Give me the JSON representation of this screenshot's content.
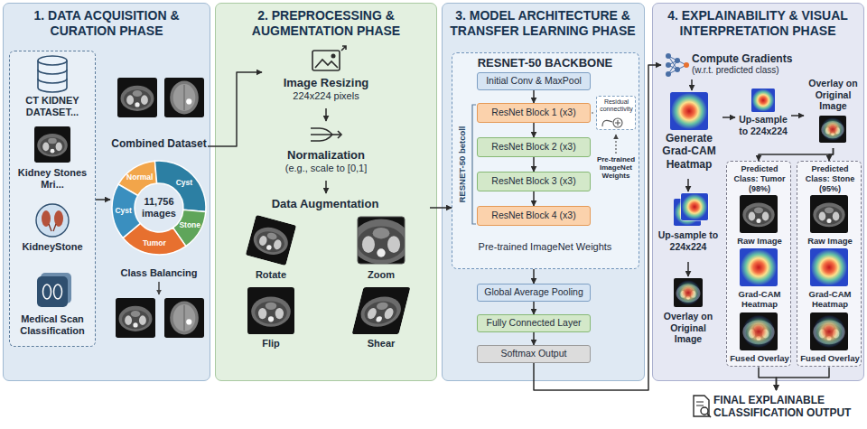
{
  "diagram": {
    "nodes": [
      {
        "text": [
          "1. DATA ACQUISITION & CURATION PHASE"
        ]
      },
      {
        "text": [
          "CT KIDNEY DATASET...",
          "Kidney Stones Mri...",
          "KidneyStone",
          "Medical Scan Classification"
        ],
        "in": 0
      },
      {
        "text": [
          "Combined Dataset",
          "11,756 images"
        ],
        "in": 0
      },
      {
        "text": [
          "2. PREPROCESSING & AUGMENTATION PHASE"
        ]
      },
      {
        "text": [
          "Image Resizing",
          "224x224 pixels"
        ],
        "in": 3
      },
      {
        "text": [
          "Normalization",
          "(e.g., scale to [0,1]"
        ],
        "in": 3
      },
      {
        "text": [
          "Data Augmentation",
          "Rotate",
          "Zoom",
          "Flip",
          "Shear"
        ],
        "in": 3
      },
      {
        "text": [
          "3. MODEL ARCHITECTURE & TRANSFER LEARNING PHASE"
        ]
      },
      {
        "text": [
          "RESNET-50 BACKBONE",
          "Pre-trained ImageNet Weights"
        ],
        "in": 7
      },
      {
        "text": [
          "Initial Conv & MaxPool"
        ],
        "in": 8
      },
      {
        "text": [
          "ResNet Block 1 (x3)"
        ],
        "in": 8
      },
      {
        "text": [
          "ResNet Block 2 (x3)"
        ],
        "in": 8
      },
      {
        "text": [
          "ResNet Block 3 (x3)"
        ],
        "in": 8
      },
      {
        "text": [
          "ResNet Block 4 (x3)"
        ],
        "in": 8
      },
      {
        "text": [
          "Residual connectivity"
        ],
        "in": 8
      },
      {
        "text": [
          "Global Average Pooling"
        ],
        "in": 7
      },
      {
        "text": [
          "Fully Connected Layer"
        ],
        "in": 7
      },
      {
        "text": [
          "Softmax Output"
        ],
        "in": 7
      },
      {
        "text": [
          "4. EXPLAINABILITY & VISUAL INTERPRETATION PHASE"
        ]
      },
      {
        "text": [
          "Compute Gradients",
          "(w.r.t. predicted class)"
        ],
        "in": 18
      },
      {
        "text": [
          "Generate Grad-CAM Heatmap"
        ],
        "in": 18
      },
      {
        "text": [
          "Up-sample to 224x224"
        ],
        "in": 18
      },
      {
        "text": [
          "Overlay on Original Image"
        ],
        "in": 18
      },
      {
        "text": [
          "Up-sample to 224x224"
        ],
        "in": 18
      },
      {
        "text": [
          "Overlay on Original Image"
        ],
        "in": 18
      },
      {
        "text": [
          "Predicted Class: Tumor (98%)",
          "Raw Image",
          "Grad-CAM Heatmap",
          "Fused Overlay"
        ],
        "in": 18
      },
      {
        "text": [
          "Predicted Class: Stone (95%)",
          "Raw Image",
          "Grad-CAM Heatmap",
          "Fused Overlay"
        ],
        "in": 18
      },
      {
        "text": [
          "FINAL EXPLAINABLE CLASSIFICATION OUTPUT"
        ]
      }
    ],
    "edges": [
      {
        "from": 1,
        "to": 2,
        "arrow": "to"
      },
      {
        "from": 2,
        "to": 4,
        "arrow": "to"
      },
      {
        "from": 4,
        "to": 5,
        "arrow": "to"
      },
      {
        "from": 5,
        "to": 6,
        "arrow": "to"
      },
      {
        "from": 6,
        "to": 8,
        "arrow": "to"
      },
      {
        "from": 9,
        "to": 10,
        "arrow": "to"
      },
      {
        "from": 10,
        "to": 11,
        "arrow": "to"
      },
      {
        "from": 11,
        "to": 12,
        "arrow": "to"
      },
      {
        "from": 12,
        "to": 13,
        "arrow": "to"
      },
      {
        "from": 8,
        "to": 15,
        "arrow": "to"
      },
      {
        "from": 15,
        "to": 16,
        "arrow": "to"
      },
      {
        "from": 16,
        "to": 17,
        "arrow": "to"
      },
      {
        "from": 17,
        "to": 19,
        "arrow": "to"
      },
      {
        "from": 19,
        "to": 20,
        "arrow": "to"
      },
      {
        "from": 20,
        "to": 21,
        "arrow": "to"
      },
      {
        "from": 21,
        "to": 22,
        "arrow": "to"
      },
      {
        "from": 22,
        "to": 25,
        "arrow": "to"
      },
      {
        "from": 22,
        "to": 26,
        "arrow": "to"
      },
      {
        "from": 20,
        "to": 23,
        "arrow": "to"
      },
      {
        "from": 23,
        "to": 24,
        "arrow": "to"
      },
      {
        "from": 25,
        "to": 27,
        "arrow": "to"
      },
      {
        "from": 26,
        "to": 27,
        "arrow": "to"
      }
    ],
    "labels": [
      "Normal",
      "Cyst",
      "Stone",
      "Tumor",
      "Cyst",
      "Class Balancing",
      "RESNET-50 betcoll",
      "Pre-trained ImageNet Weights"
    ]
  }
}
